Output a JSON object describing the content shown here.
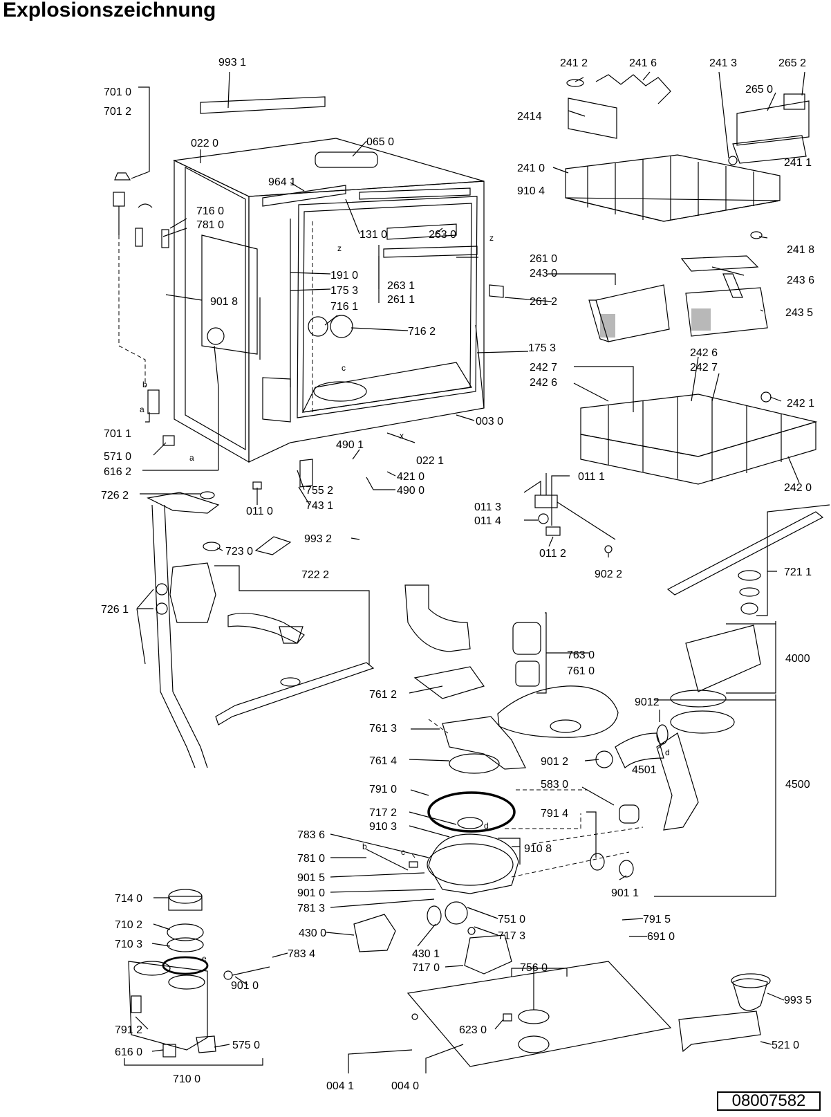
{
  "title": "Explosionszeichnung",
  "doc_number": "08007582",
  "labels": {
    "l9931": "993 1",
    "l7010": "701 0",
    "l7012": "701 2",
    "l0220": "022 0",
    "l0650": "065 0",
    "l9641": "964 1",
    "l7160": "716 0",
    "l7810a": "781 0",
    "l1310": "131 0",
    "l2630": "263 0",
    "l2610": "261 0",
    "l1910": "191 0",
    "l1753a": "175 3",
    "l2631": "263 1",
    "l2611": "261 1",
    "l9018": "901 8",
    "l7161": "716 1",
    "l7162": "716 2",
    "l2612": "261 2",
    "l1753b": "175 3",
    "l7011": "701 1",
    "l5710": "571 0",
    "l6162": "616 2",
    "l0030": "003 0",
    "l4901": "490 1",
    "l0221": "022 1",
    "l4210": "421 0",
    "l4900": "490 0",
    "l7552": "755 2",
    "l7431": "743 1",
    "l0110": "011 0",
    "l9932": "993 2",
    "l7262": "726 2",
    "l7230": "723 0",
    "l7222": "722 2",
    "l7261": "726 1",
    "l2412": "241 2",
    "l2416": "241 6",
    "l2413": "241 3",
    "l2652": "265 2",
    "l2650": "265 0",
    "l2414": "2414",
    "l2410": "241 0",
    "l9104": "910 4",
    "l2411": "241 1",
    "l2418": "241 8",
    "l2436": "243 6",
    "l2430": "243 0",
    "l2435": "243 5",
    "l2426a": "242 6",
    "l2427a": "242 7",
    "l2427b": "242 7",
    "l2426b": "242 6",
    "l2421": "242 1",
    "l2420": "242 0",
    "l0111": "011 1",
    "l0113": "011 3",
    "l0114": "011 4",
    "l0112": "011 2",
    "l9022": "902 2",
    "l7211": "721 1",
    "l7630": "763 0",
    "l7610": "761 0",
    "l4000": "4000",
    "l7612": "761 2",
    "l9012a": "9012",
    "l7613": "761 3",
    "l9012b": "901 2",
    "l4501": "4501",
    "l7614": "761 4",
    "l4500": "4500",
    "l7910": "791 0",
    "l5830": "583 0",
    "l7172": "717 2",
    "l7914": "791 4",
    "l9103": "910 3",
    "l7836": "783 6",
    "l9108": "910 8",
    "l7810b": "781 0",
    "l9015": "901 5",
    "l9010a": "901 0",
    "l9011": "901 1",
    "l7813": "781 3",
    "l7140": "714 0",
    "l7102": "710 2",
    "l7510": "751 0",
    "l7915": "791 5",
    "l4300": "430 0",
    "l7173": "717 3",
    "l6910": "691 0",
    "l7103": "710 3",
    "l7834": "783 4",
    "l4301": "430 1",
    "l7170": "717 0",
    "l7560": "756 0",
    "l9010b": "901 0",
    "l9935": "993 5",
    "l7912": "791 2",
    "l6230": "623 0",
    "l6160": "616 0",
    "l5750": "575 0",
    "l5210": "521 0",
    "l7100": "710 0",
    "l0041": "004 1",
    "l0040": "004 0"
  },
  "letters": {
    "z1": "z",
    "z2": "z",
    "c1": "c",
    "x1": "x",
    "b1": "b",
    "a1": "a",
    "a2": "a",
    "d1": "d",
    "d2": "d",
    "b2": "b",
    "c2": "c",
    "e1": "e"
  }
}
